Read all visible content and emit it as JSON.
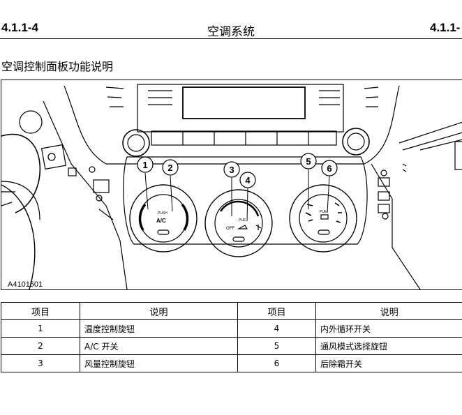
{
  "header": {
    "left_code": "4.1.1-4",
    "title": "空调系统",
    "right_code": "4.1.1-"
  },
  "section_title": "空调控制面板功能说明",
  "figure": {
    "code": "A4101501",
    "callouts": [
      "1",
      "2",
      "3",
      "4",
      "5",
      "6"
    ],
    "knob_labels": {
      "push": "PUSH",
      "ac": "A/C",
      "off": "OFF",
      "rec": "PUE",
      "mode_rec": "PUE"
    }
  },
  "table": {
    "headers": [
      "项目",
      "说明",
      "项目",
      "说明"
    ],
    "rows": [
      {
        "item_a": "1",
        "desc_a": "温度控制旋钮",
        "item_b": "4",
        "desc_b": "内外循环开关"
      },
      {
        "item_a": "2",
        "desc_a": "A/C 开关",
        "item_b": "5",
        "desc_b": "通风模式选择旋钮"
      },
      {
        "item_a": "3",
        "desc_a": "风量控制旋钮",
        "item_b": "6",
        "desc_b": "后除霜开关"
      }
    ]
  }
}
